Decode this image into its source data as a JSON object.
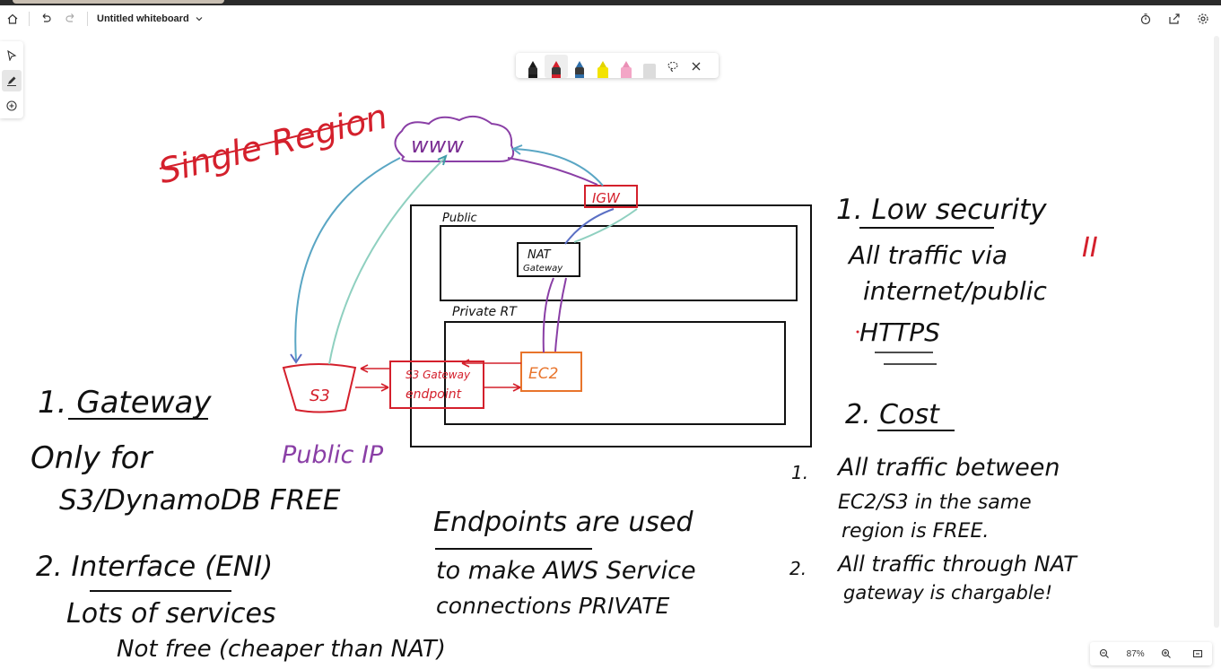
{
  "header": {
    "title": "Untitled whiteboard",
    "home_icon": "home-icon",
    "undo_icon": "undo-icon",
    "redo_icon": "redo-icon",
    "timer_icon": "timer-icon",
    "share_icon": "share-icon",
    "settings_icon": "gear-icon"
  },
  "left_tools": [
    "select-icon",
    "pen-icon",
    "add-icon"
  ],
  "pen_toolbar": {
    "pens": [
      {
        "name": "black-pen",
        "color": "#1a1a1a"
      },
      {
        "name": "red-pen",
        "color": "#d4202c"
      },
      {
        "name": "blue-pen",
        "color": "#2f6ea8"
      },
      {
        "name": "yellow-highlighter",
        "color": "#f3e300"
      },
      {
        "name": "pink-highlighter",
        "color": "#f3a6c6"
      },
      {
        "name": "eraser",
        "color": "#d6d6d6"
      }
    ],
    "lasso_icon": "lasso-icon",
    "close_icon": "close-icon"
  },
  "whiteboard": {
    "title_ink": "Single Region",
    "cloud_label": "www",
    "igw_label": "IGW",
    "public_label": "Public",
    "nat_label_1": "NAT",
    "nat_label_2": "Gateway",
    "private_label": "Private RT",
    "s3_label": "S3",
    "endpoint_label_1": "S3 Gateway",
    "endpoint_label_2": "endpoint",
    "ec2_label": "EC2",
    "public_ip_label": "Public IP",
    "gateway_heading": "1. Gateway",
    "gateway_note_1": "Only for",
    "gateway_note_2": "S3/DynamoDB FREE",
    "interface_heading": "2. Interface (ENI)",
    "interface_note_1": "Lots of services",
    "interface_note_2": "Not free (cheaper than NAT)",
    "endpoints_line_1": "Endpoints are used",
    "endpoints_line_2": "to make AWS Service",
    "endpoints_line_3": "connections PRIVATE",
    "low_security_heading": "1. Low security",
    "low_security_line_1": "All traffic via",
    "low_security_line_2": "internet/public",
    "low_security_line_3": "HTTPS",
    "mark_ii": "II",
    "cost_heading": "2. Cost",
    "cost_1_num": "1.",
    "cost_1_line_1": "All traffic between",
    "cost_1_line_2": "EC2/S3 in the same",
    "cost_1_line_3": "region is FREE.",
    "cost_2_num": "2.",
    "cost_2_line_1": "All traffic through NAT",
    "cost_2_line_2": "gateway is chargable!"
  },
  "zoom": {
    "level": "87%",
    "zoom_out_icon": "zoom-out-icon",
    "zoom_in_icon": "zoom-in-icon",
    "fit_icon": "fit-screen-icon"
  }
}
